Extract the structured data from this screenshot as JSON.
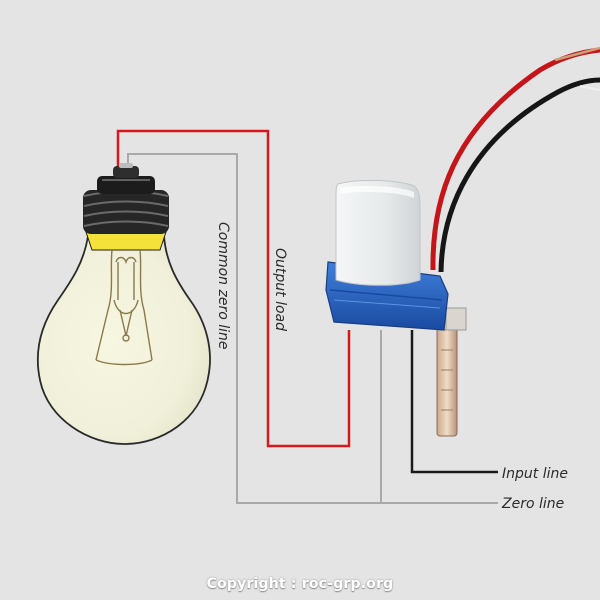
{
  "labels": {
    "common_zero_line": "Common zero line",
    "output_load": "Output load",
    "input_line": "Input line",
    "zero_line": "Zero line"
  },
  "footer": {
    "copyright": "Copyright : roc-grp.org"
  },
  "colors": {
    "background": "#e4e4e4",
    "live_wire": "#d6191b",
    "neutral_wire": "#a9a9a9",
    "input_wire": "#1a1a1a",
    "sensor_cap": "#e9eced",
    "sensor_base": "#1f5fc4",
    "bulb_neck": "#f4e23a"
  }
}
